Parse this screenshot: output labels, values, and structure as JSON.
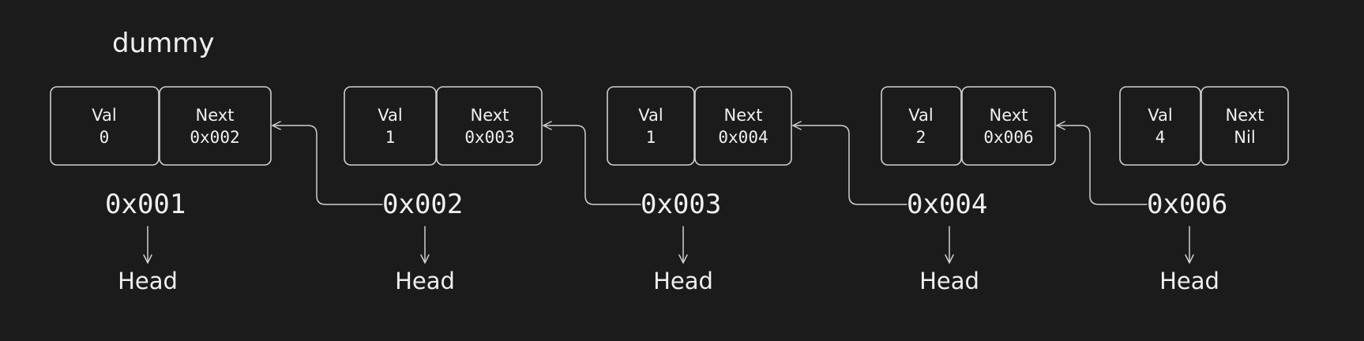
{
  "title": "dummy",
  "nodes": [
    {
      "val_label": "Val",
      "val": "0",
      "next_label": "Next",
      "next": "0x002",
      "address": "0x001",
      "pointer_label": "Head"
    },
    {
      "val_label": "Val",
      "val": "1",
      "next_label": "Next",
      "next": "0x003",
      "address": "0x002",
      "pointer_label": "Head"
    },
    {
      "val_label": "Val",
      "val": "1",
      "next_label": "Next",
      "next": "0x004",
      "address": "0x003",
      "pointer_label": "Head"
    },
    {
      "val_label": "Val",
      "val": "2",
      "next_label": "Next",
      "next": "0x006",
      "address": "0x004",
      "pointer_label": "Head"
    },
    {
      "val_label": "Val",
      "val": "4",
      "next_label": "Next",
      "next": "Nil",
      "address": "0x006",
      "pointer_label": "Head"
    }
  ],
  "colors": {
    "background": "#1b1b1b",
    "stroke": "#cfcfcf",
    "text": "#f0f0f0"
  }
}
